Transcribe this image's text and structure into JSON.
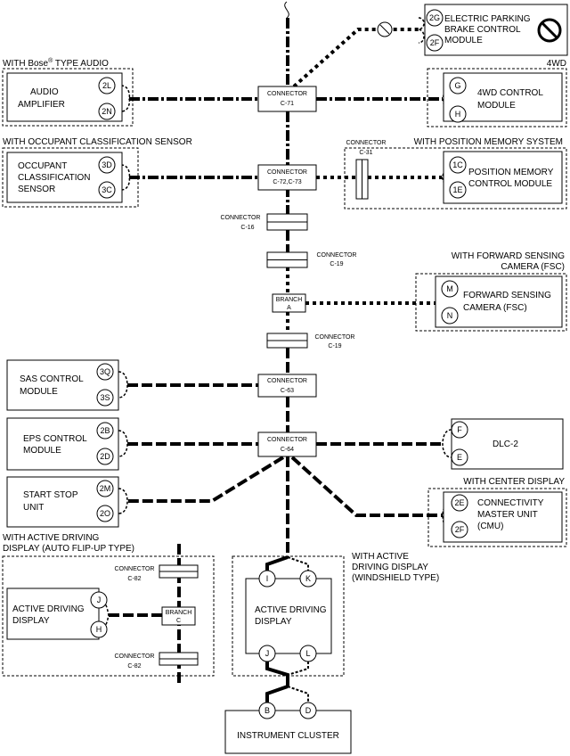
{
  "modules": {
    "epb_line1": "ELECTRIC PARKING",
    "epb_line2": "BRAKE CONTROL",
    "epb_line3": "MODULE",
    "audio_line1": "AUDIO",
    "audio_line2": "AMPLIFIER",
    "fourwd_line1": "4WD CONTROL",
    "fourwd_line2": "MODULE",
    "ocs_line1": "OCCUPANT",
    "ocs_line2": "CLASSIFICATION",
    "ocs_line3": "SENSOR",
    "pm_line1": "POSITION MEMORY",
    "pm_line2": "CONTROL MODULE",
    "fsc_line1": "FORWARD SENSING",
    "fsc_line2": "CAMERA (FSC)",
    "sas_line1": "SAS CONTROL",
    "sas_line2": "MODULE",
    "eps_line1": "EPS CONTROL",
    "eps_line2": "MODULE",
    "dlc": "DLC-2",
    "ss_line1": "START STOP",
    "ss_line2": "UNIT",
    "cmu_line1": "CONNECTIVITY",
    "cmu_line2": "MASTER UNIT",
    "cmu_line3": "(CMU)",
    "add_line1": "ACTIVE DRIVING",
    "add_line2": "DISPLAY",
    "adw_line1": "ACTIVE DRIVING",
    "adw_line2": "DISPLAY",
    "ic": "INSTRUMENT CLUSTER"
  },
  "groups": {
    "bose_prefix": "WITH Bose",
    "bose_reg": "®",
    "bose_suffix": " TYPE AUDIO",
    "fourwd": "4WD",
    "ocs": "WITH OCCUPANT CLASSIFICATION SENSOR",
    "pm": "WITH POSITION MEMORY SYSTEM",
    "fsc_line1": "WITH FORWARD SENSING",
    "fsc_line2": "CAMERA (FSC)",
    "cd": "WITH CENTER DISPLAY",
    "adf_line1": "WITH ACTIVE DRIVING",
    "adf_line2": "DISPLAY (AUTO FLIP-UP TYPE)",
    "adw_line1": "WITH ACTIVE",
    "adw_line2": "DRIVING DISPLAY",
    "adw_line3": "(WINDSHIELD TYPE)"
  },
  "connectors": {
    "word": "CONNECTOR",
    "c71": "C-71",
    "c72": "C-72,C-73",
    "c31": "C-31",
    "c16": "C-16",
    "c19": "C-19",
    "c63": "C-63",
    "c64": "C-64",
    "c82": "C-82",
    "branch": "BRANCH",
    "branch_a": "A",
    "branch_c": "C"
  },
  "pins": {
    "epb_a": "2G",
    "epb_b": "2F",
    "audio_a": "2L",
    "audio_b": "2N",
    "fourwd_a": "G",
    "fourwd_b": "H",
    "ocs_a": "3D",
    "ocs_b": "3C",
    "pm_a": "1C",
    "pm_b": "1E",
    "fsc_a": "M",
    "fsc_b": "N",
    "sas_a": "3Q",
    "sas_b": "3S",
    "eps_a": "2B",
    "eps_b": "2D",
    "dlc_a": "F",
    "dlc_b": "E",
    "ss_a": "2M",
    "ss_b": "2O",
    "cmu_a": "2E",
    "cmu_b": "2F",
    "add_a": "J",
    "add_b": "H",
    "adw_a": "I",
    "adw_b": "K",
    "adw_c": "J",
    "adw_d": "L",
    "ic_a": "B",
    "ic_b": "D"
  },
  "icons": {
    "no_symbol": "prohibition-icon"
  }
}
